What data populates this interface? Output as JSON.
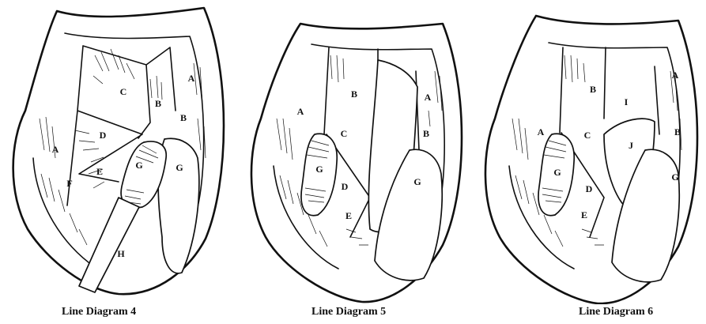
{
  "figures": [
    {
      "caption": "Line Diagram 4",
      "labels": {
        "A1": "A",
        "A2": "A",
        "B1": "B",
        "B2": "B",
        "C": "C",
        "D": "D",
        "E": "E",
        "F": "F",
        "G1": "G",
        "G2": "G",
        "H": "H"
      }
    },
    {
      "caption": "Line Diagram 5",
      "labels": {
        "A1": "A",
        "A2": "A",
        "B1": "B",
        "B2": "B",
        "C": "C",
        "D": "D",
        "E": "E",
        "G1": "G",
        "G2": "G"
      }
    },
    {
      "caption": "Line Diagram 6",
      "labels": {
        "A1": "A",
        "A2": "A",
        "B1": "B",
        "B2": "B",
        "C": "C",
        "D": "D",
        "E": "E",
        "G1": "G",
        "G2": "G",
        "I": "I",
        "J": "J"
      }
    }
  ]
}
